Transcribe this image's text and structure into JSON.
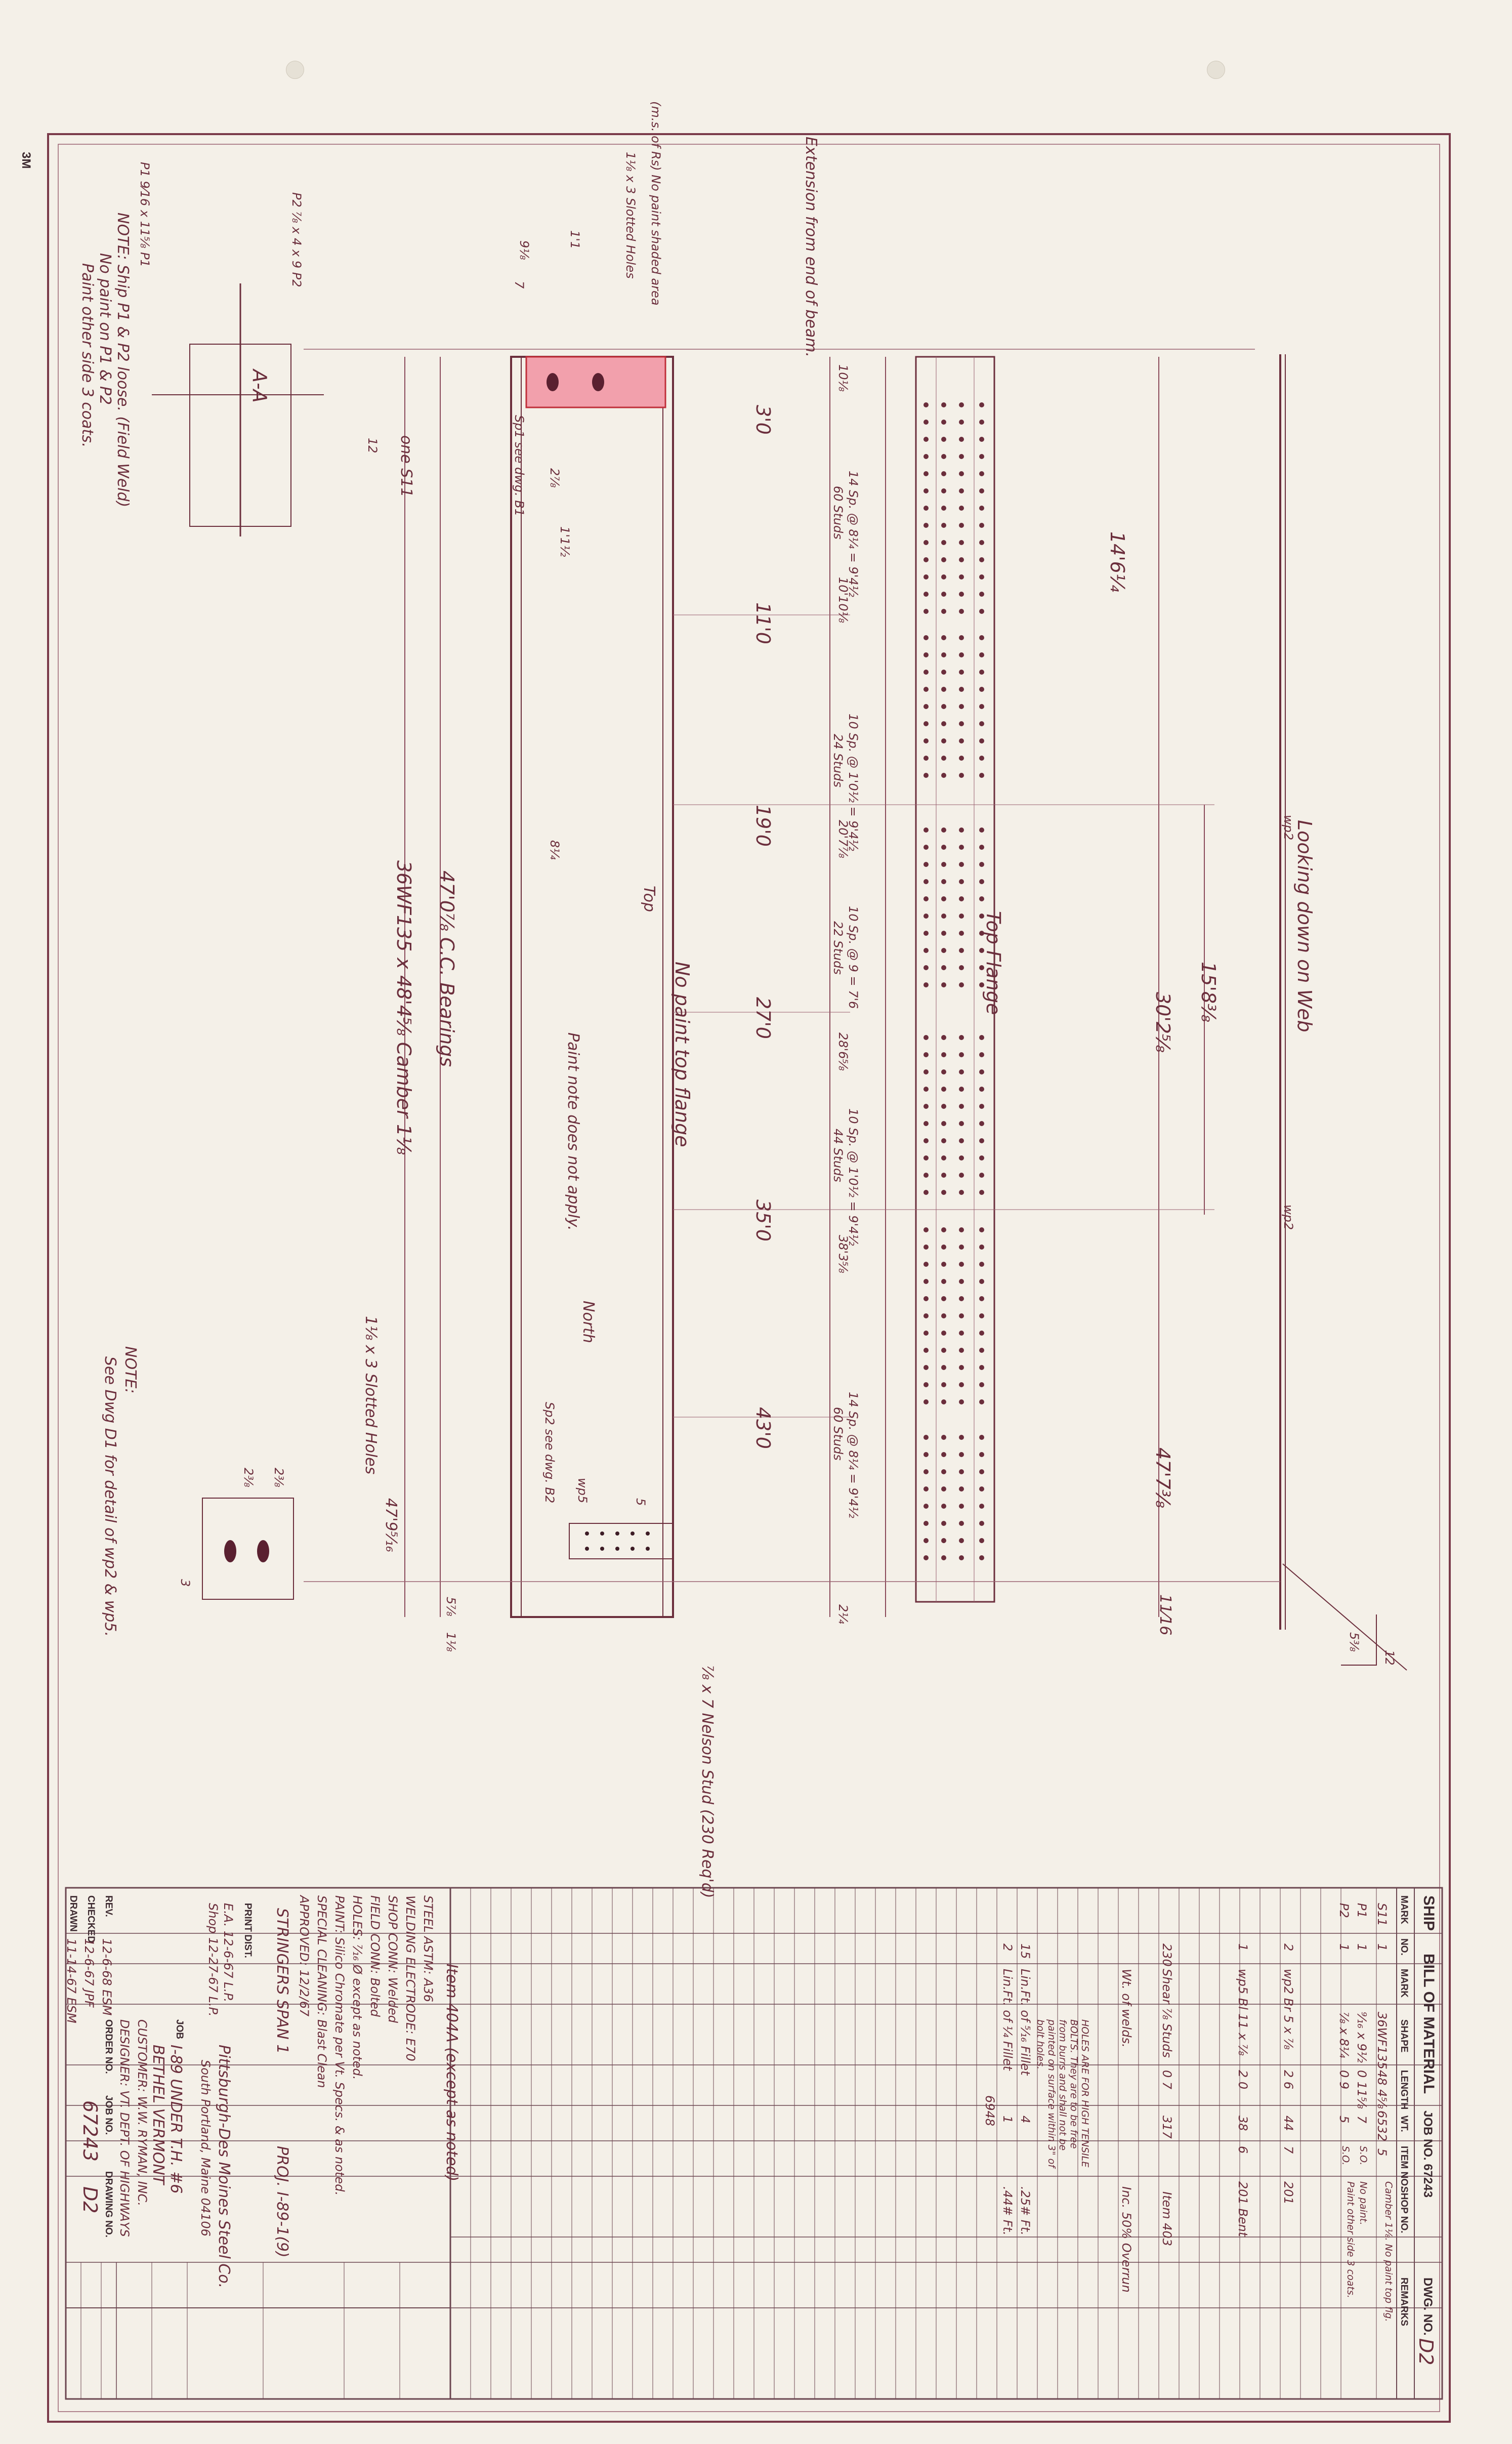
{
  "drawing": {
    "top_view_label": "Looking down on Web",
    "top_flange_label": "Top Flange",
    "extension_note": "Extension from end of beam.",
    "no_paint_note": "(m.s. of Rs) No paint shaded area",
    "slotted_holes_top": "1⅛ x 3 Slotted Holes",
    "slotted_holes_bottom": "1⅛ x 3 Slotted Holes",
    "stud_note": "⅞ x 7 Nelson Stud (230 Req'd)",
    "one_s11": "one S11",
    "beam_label": "36WF135 x 48'4⅝  Camber 1⅛",
    "bearings_label": "47'0⅞  C.C. Bearings",
    "top_label": "Top",
    "no_paint_top": "No paint top flange",
    "paint_note": "Paint note does not apply.",
    "north_label": "North",
    "sp1_label": "Sp1 see dwg. B1",
    "sp2_label": "Sp2 see dwg. B2",
    "wp2_label": "wp2",
    "wp5_label": "wp5",
    "section_label": "A-A",
    "note_1": "NOTE: Ship P1 & P2 loose. (Field Weld)",
    "note_1b": "No paint on P1 & P2",
    "note_1c": "Paint other side 3 coats.",
    "note_2": "NOTE:",
    "note_2b": "See Dwg D1 for detail of wp2 & wp5.",
    "p1_label": "P1 9⁄16 x 11⅝ P1",
    "p2_label": "P2 ⅞ x 4 x 9 P2",
    "dims_top": [
      "14'6¼",
      "15'8⅜",
      "30'2⅝",
      "47'7⅜",
      "11⁄16"
    ],
    "dims_mid": [
      "3'0",
      "11'0",
      "19'0",
      "27'0",
      "35'0",
      "43'0"
    ],
    "dims_flange": [
      "10⅛",
      "14 Sp. @ 8¼ = 9'4½",
      "60 Studs",
      "10'10⅛",
      "10 Sp. @ 1'0½ = 9'4½",
      "24 Studs",
      "20'7⅞",
      "10 Sp. @ 9 = 7'6",
      "22 Studs",
      "28'6⅝",
      "10 Sp. @ 1'0½ = 9'4½",
      "44 Studs",
      "38'3⅝",
      "14 Sp. @ 8¼ = 9'4½",
      "60 Studs",
      "2¼"
    ],
    "dims_left": [
      "9⅛",
      "1'1",
      "7",
      "2⅞",
      "1'1½",
      "8¼",
      "47'9⁵⁄₁₆",
      "5⅞",
      "1⅛",
      "3",
      "2⅜",
      "2⅜",
      "12",
      "5"
    ],
    "slope_labels": [
      "12",
      "5⅜"
    ]
  },
  "bom": {
    "ship_header": "SHIP",
    "title": "BILL OF MATERIAL",
    "job_no": "JOB NO. 67243",
    "dwg_no_label": "DWG. NO.",
    "dwg_no": "D2",
    "columns": [
      "MARK",
      "NO.",
      "MARK",
      "SHAPE",
      "LENGTH",
      "WT.",
      "ITEM NO.",
      "SHOP NO.",
      "REMARKS"
    ],
    "rows": [
      {
        "mark": "S11",
        "no": "1",
        "shape": "36WF135",
        "length": "48 4⅝",
        "wt": "6532",
        "item": "5",
        "remarks": "Camber 1⅛. No paint top flg."
      },
      {
        "mark": "P1",
        "no": "1",
        "shape": "⁹⁄₁₆ x 9½",
        "length": "0 11⅝",
        "wt": "7",
        "item": "S.O.",
        "remarks": "No paint."
      },
      {
        "mark": "P2",
        "no": "1",
        "shape": "⅞ x 8¼",
        "length": "0 9",
        "wt": "5",
        "item": "S.O.",
        "remarks": "Paint other side 3 coats."
      },
      {
        "mark": "",
        "no": "2",
        "shape": "wp2 Br 5 x ⅞",
        "length": "2 6",
        "wt": "44",
        "item": "7",
        "remarks": "201"
      },
      {
        "mark": "",
        "no": "1",
        "shape": "wp5 Bl 11 x ⅞",
        "length": "2 0",
        "wt": "38",
        "item": "6",
        "remarks": "201 Bent"
      },
      {
        "mark": "",
        "no": "230",
        "shape": "Shear ⅞ Studs",
        "length": "0 7",
        "wt": "317",
        "item": "",
        "remarks": "Item 403"
      },
      {
        "mark": "",
        "no": "",
        "shape": "Wt. of welds.",
        "length": "",
        "wt": "",
        "item": "",
        "remarks": "Inc. 50% Overrun"
      },
      {
        "mark": "",
        "no": "15",
        "shape": "Lin.Ft. of ⁵⁄₁₆ Fillet",
        "length": "",
        "wt": "4",
        "item": "",
        "remarks": ".25# Ft."
      },
      {
        "mark": "",
        "no": "2",
        "shape": "Lin.Ft. of ¼ Fillet",
        "length": "",
        "wt": "1",
        "item": "",
        "remarks": ".44# Ft."
      },
      {
        "mark": "",
        "no": "",
        "shape": "",
        "length": "",
        "wt": "6948",
        "item": "",
        "remarks": ""
      }
    ],
    "holes_notice": "HOLES ARE FOR HIGH TENSILE BOLTS. They are to be free from burrs and shall not be painted on surface within 3\" of bolt holes.",
    "item_note": "Item 404A (except as noted)",
    "steel": "STEEL ASTM: A36",
    "electrode": "WELDING ELECTRODE: E70",
    "shop_conn": "SHOP CONN: Welded",
    "field_conn": "FIELD CONN: Bolted",
    "holes": "HOLES: ⁷⁄₁₆ Ø except as noted.",
    "paint": "PAINT: Silico Chromate per Vt. Specs. & as noted.",
    "cleaning": "SPECIAL CLEANING: Blast Clean",
    "approved": "APPROVED: 12/2/67",
    "title_block": "STRINGERS SPAN 1",
    "proj": "PROJ. I-89-1(9)",
    "company": "Pittsburgh-Des Moines Steel Co.",
    "company2": "South Portland, Maine 04106",
    "job_label": "JOB",
    "job_name": "I-89 UNDER T.H. #6",
    "job_place": "BETHEL VERMONT",
    "customer": "CUSTOMER: W.W. RYMAN, INC.",
    "designer": "DESIGNER: VT. DEPT. OF HIGHWAYS",
    "order_no_label": "ORDER NO.",
    "job_no_label": "JOB NO.",
    "drawing_no_label": "DRAWING NO.",
    "job_no_big": "67243",
    "drawing_no_big": "D2",
    "print_dist": "PRINT DIST.",
    "rev_rows": [
      "E.A. 12-6-67 L.P.",
      "Shop 12-27-67 L.P."
    ],
    "rev_label": "REV.",
    "checked_label": "CHECKED",
    "drawn_label": "DRAWN",
    "rev_vals": [
      "12-6-68 ESM",
      "12-6-67 JPF",
      "11-14-67 ESM"
    ]
  },
  "logo": "3M"
}
